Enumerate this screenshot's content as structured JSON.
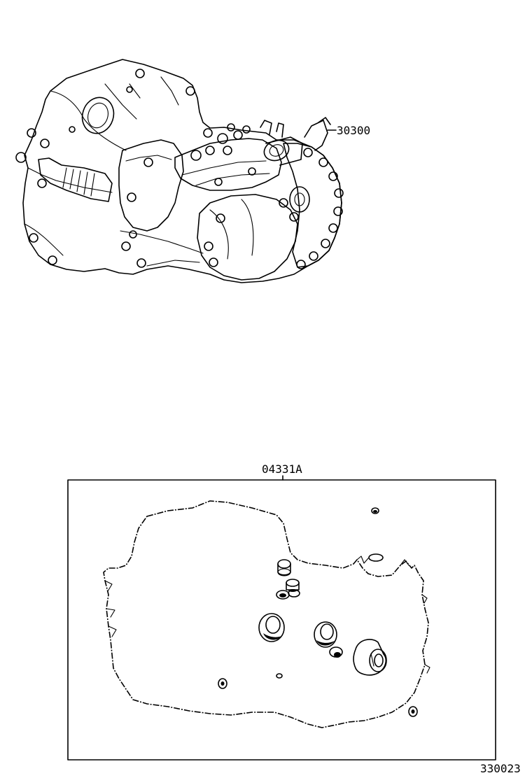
{
  "callouts": {
    "transaxle": "30300",
    "gasket_kit": "04331A"
  },
  "figure_id": "330023"
}
